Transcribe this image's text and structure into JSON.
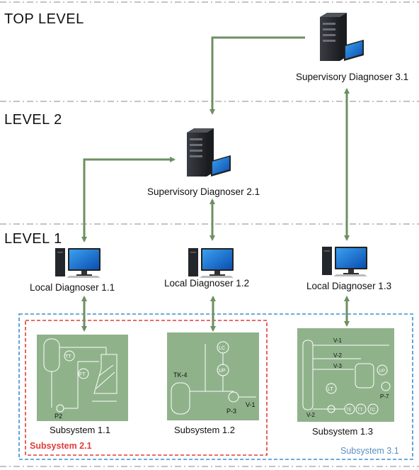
{
  "levels": {
    "top": "TOP LEVEL",
    "level2": "LEVEL 2",
    "level1": "LEVEL 1"
  },
  "nodes": {
    "supervisory_3_1": "Supervisory Diagnoser 3.1",
    "supervisory_2_1": "Supervisory Diagnoser 2.1",
    "local_1_1": "Local Diagnoser 1.1",
    "local_1_2": "Local Diagnoser 1.2",
    "local_1_3": "Local Diagnoser 1.3"
  },
  "subsystems": {
    "s1_1": "Subsystem 1.1",
    "s1_2": "Subsystem 1.2",
    "s1_3": "Subsystem 1.3",
    "s2_1": "Subsystem 2.1",
    "s3_1": "Subsystem 3.1"
  },
  "pid_labels": {
    "s11": {
      "tt": "TT",
      "ft": "FT",
      "p2": "P2"
    },
    "s12": {
      "lc": "LC",
      "ip": "1/P",
      "tk4": "TK-4",
      "p3": "P-3",
      "v1": "V-1"
    },
    "s13": {
      "v1": "V-1",
      "v2": "V-2",
      "v3": "V-3",
      "ip": "1/P",
      "lt": "LT",
      "p7": "P-7",
      "v2b": "V-2",
      "te": "TE",
      "tt": "TT",
      "tc": "TC"
    }
  },
  "icons": {
    "server": "server-icon",
    "desktop": "desktop-computer-icon"
  },
  "colors": {
    "arrow": "#6e8f62",
    "pid_bg": "#8fb28a",
    "subsystem_2_1": "#e03c3c",
    "subsystem_3_1": "#3c8fd0",
    "level_divider": "#888888",
    "server_body": "#2b2e33",
    "monitor_screen": "#1c6fd6"
  }
}
